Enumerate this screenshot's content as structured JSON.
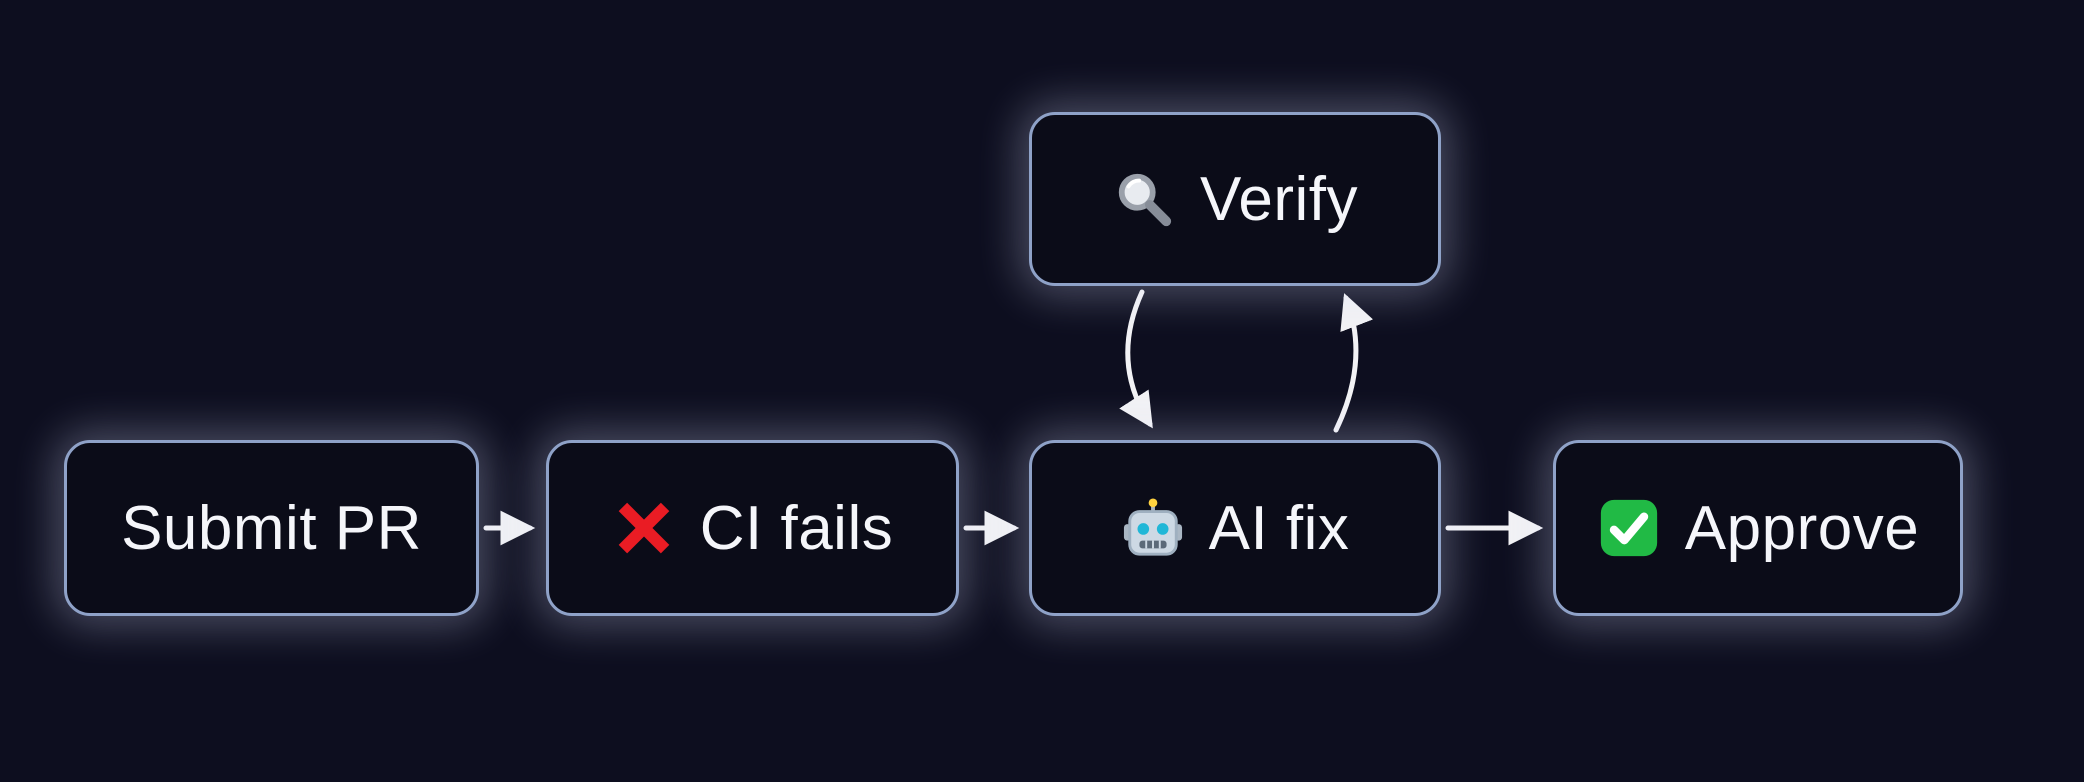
{
  "diagram": {
    "title": "PR auto-fix workflow flowchart",
    "nodes": {
      "submit_pr": {
        "label": "Submit PR",
        "icon": "none"
      },
      "ci_fails": {
        "label": "CI fails",
        "icon": "cross-mark-icon"
      },
      "ai_fix": {
        "label": "AI fix",
        "icon": "robot-icon"
      },
      "approve": {
        "label": "Approve",
        "icon": "check-mark-icon"
      },
      "verify": {
        "label": "Verify",
        "icon": "magnifying-glass-icon"
      }
    },
    "edges": [
      {
        "from": "Submit PR",
        "to": "CI fails",
        "style": "straight-arrow"
      },
      {
        "from": "CI fails",
        "to": "AI fix",
        "style": "straight-arrow"
      },
      {
        "from": "AI fix",
        "to": "Approve",
        "style": "straight-arrow"
      },
      {
        "from": "Verify",
        "to": "AI fix",
        "style": "curved-arrow-down"
      },
      {
        "from": "AI fix",
        "to": "Verify",
        "style": "curved-arrow-up"
      }
    ],
    "colors": {
      "background": "#0d0e1f",
      "node_fill": "#0b0c18",
      "node_border": "#8fa2c8",
      "node_glow": "rgba(214,222,252,0.30)",
      "text": "#f5f6fa",
      "arrow": "#f2f2f5",
      "cross_red": "#ea1c24",
      "check_green": "#21ba45",
      "robot_grey": "#cdd9e4",
      "lens_grey": "#9aa0aa"
    }
  }
}
